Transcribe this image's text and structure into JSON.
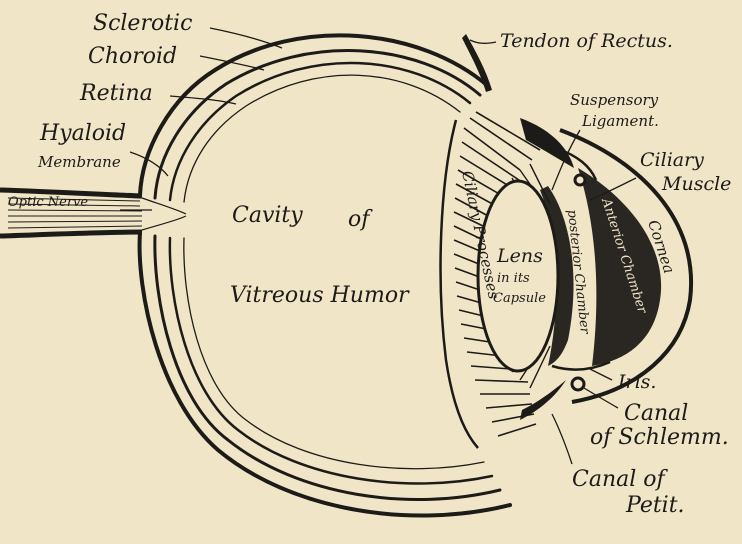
{
  "colors": {
    "paper": "#f1e5c8",
    "ink": "#1d1b18",
    "chamber": "#2a2622"
  },
  "labels": {
    "sclerotic": "Sclerotic",
    "choroid": "Choroid",
    "retina": "Retina",
    "hyaloid_line1": "Hyaloid",
    "hyaloid_line2": "Membrane",
    "optic_nerve": "Optic Nerve",
    "tendon_of_rectus": "Tendon of Rectus.",
    "suspensory_line1": "Suspensory",
    "suspensory_line2": "Ligament.",
    "ciliary_muscle_line1": "Ciliary",
    "ciliary_muscle_line2": "Muscle",
    "cavity_line1": "Cavity",
    "cavity_line2": "of",
    "vitreous_humor": "Vitreous Humor",
    "ciliary_processes": "Ciliary Processes",
    "lens_line1": "Lens",
    "lens_line2": "in its",
    "lens_line3": "Capsule",
    "posterior_chamber": "posterior Chamber",
    "anterior_chamber": "Anterior Chamber",
    "cornea": "Cornea",
    "iris": "Iris.",
    "canal_schlemm_line1": "Canal",
    "canal_schlemm_line2": "of Schlemm.",
    "canal_petit_line1": "Canal of",
    "canal_petit_line2": "Petit."
  }
}
